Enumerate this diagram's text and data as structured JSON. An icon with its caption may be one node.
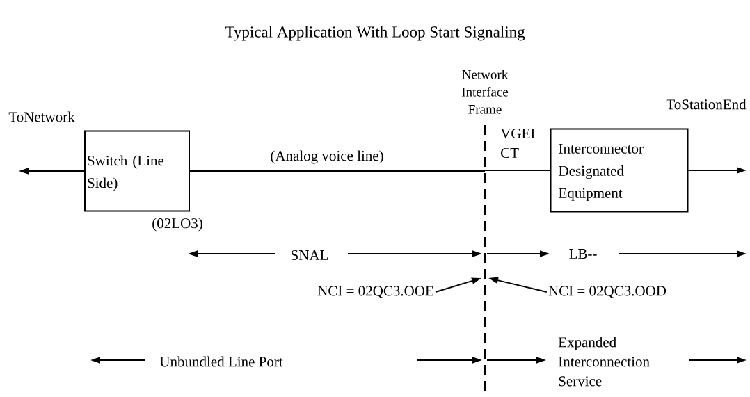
{
  "diagram": {
    "title": "Typical Application With Loop Start Signaling",
    "nodes": [
      {
        "text": [
          "Switch (Line Side)"
        ],
        "beside": [
          "(02LO3)"
        ]
      },
      {
        "text": [
          "Interconnector Designated Equipment"
        ]
      },
      {
        "text": [
          "Network Interface Frame"
        ]
      },
      {
        "text": [
          "NCI = 02QC3.OOE"
        ]
      },
      {
        "text": [
          "NCI = 02QC3.OOD"
        ]
      }
    ],
    "edges": [
      {
        "from": 0,
        "to": null,
        "arrow": "to"
      },
      {
        "from": 0,
        "to": 2,
        "arrow": "none",
        "label": "(Analog voice line)",
        "style": "thick"
      },
      {
        "from": 2,
        "to": 1,
        "arrow": "none"
      },
      {
        "from": 1,
        "to": null,
        "arrow": "to"
      },
      {
        "from": 3,
        "to": 2,
        "arrow": "to"
      },
      {
        "from": 4,
        "to": 2,
        "arrow": "to"
      }
    ],
    "labels": [
      "ToNetwork",
      "ToStationEnd",
      "VGEI CT",
      "SNAL",
      "LB--",
      "Unbundled Line Port",
      "Expanded Interconnection Service"
    ]
  }
}
